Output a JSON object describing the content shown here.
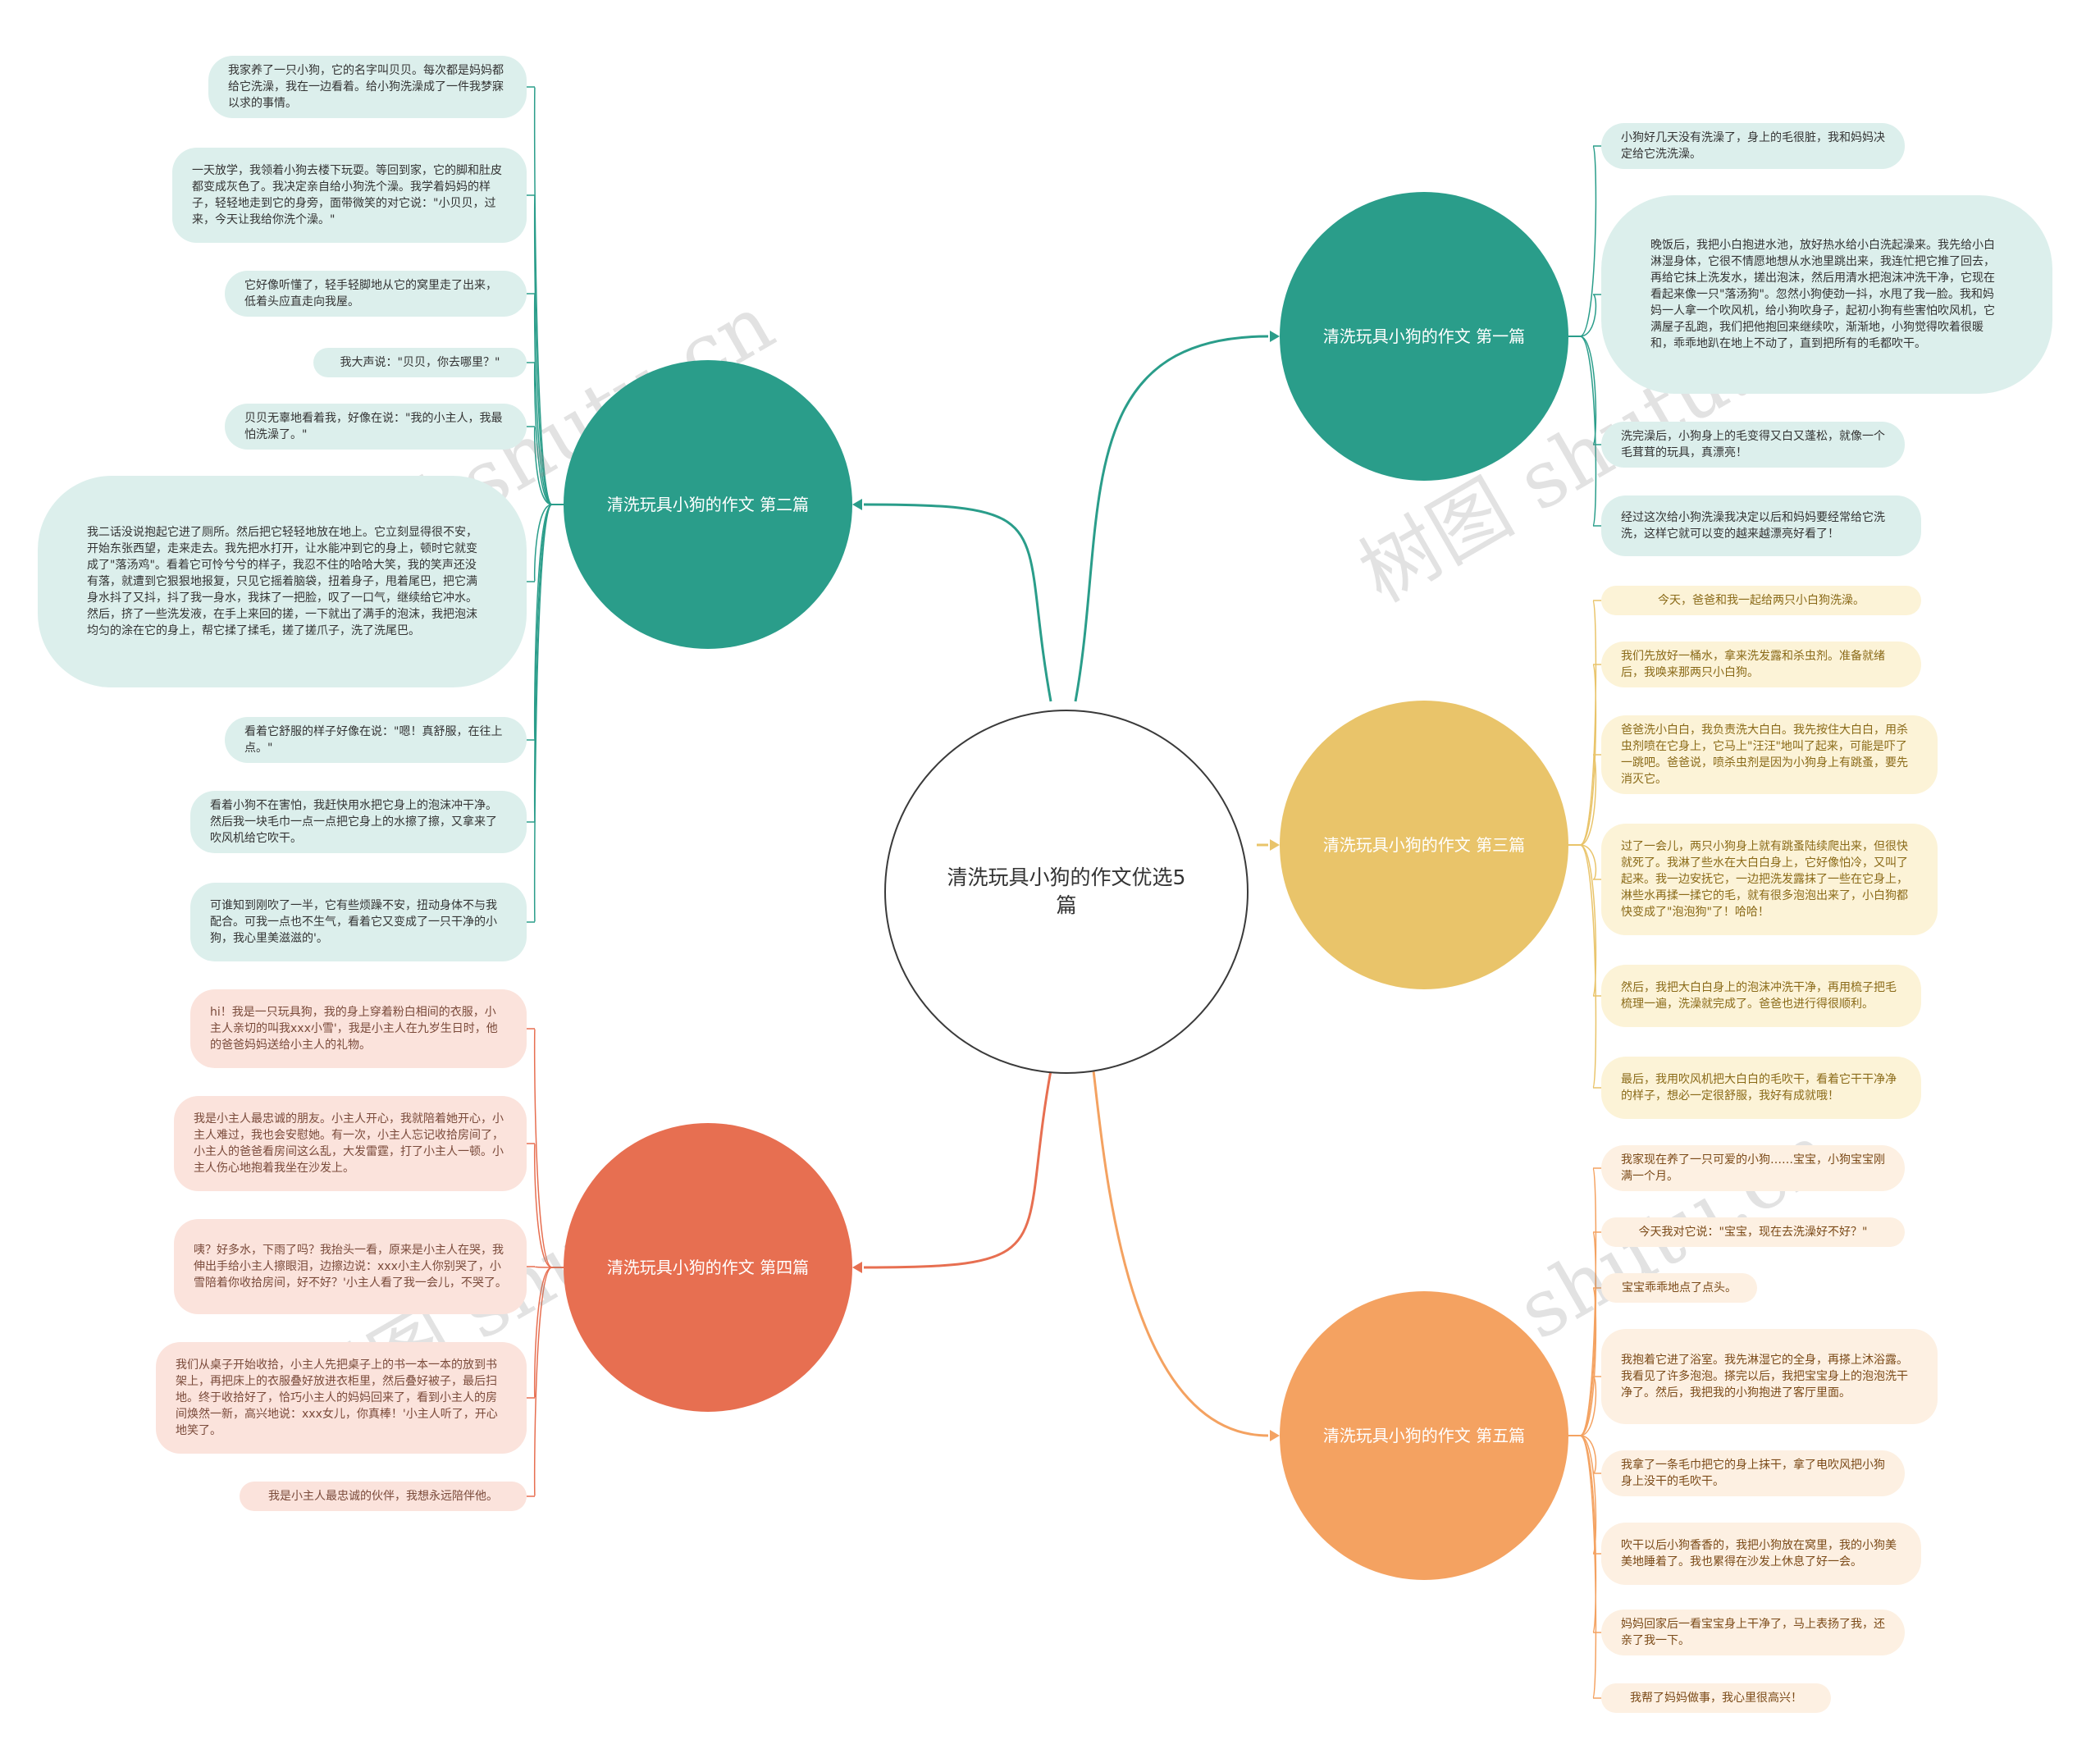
{
  "watermark": "树图 shutu.cn",
  "colors": {
    "teal": "#2a9d8a",
    "salmon": "#e76f51",
    "yellow": "#e9c46a",
    "orange": "#f4a261",
    "center_border": "#3a3a3a"
  },
  "center": {
    "title": "清洗玩具小狗的作文优选5篇"
  },
  "branches": [
    {
      "id": "b1",
      "title": "清洗玩具小狗的作文 第一篇",
      "color": "teal",
      "side": "right",
      "leaves": [
        "小狗好几天没有洗澡了，身上的毛很脏，我和妈妈决定给它洗洗澡。",
        "晚饭后，我把小白抱进水池，放好热水给小白洗起澡来。我先给小白淋湿身体，它很不情愿地想从水池里跳出来，我连忙把它推了回去，再给它抹上洗发水，搓出泡沫，然后用清水把泡沫冲洗干净，它现在看起来像一只\"落汤狗\"。忽然小狗使劲一抖，水甩了我一脸。我和妈妈一人拿一个吹风机，给小狗吹身子，起初小狗有些害怕吹风机，它满屋子乱跑，我们把他抱回来继续吹，渐渐地，小狗觉得吹着很暖和，乖乖地趴在地上不动了，直到把所有的毛都吹干。",
        "洗完澡后，小狗身上的毛变得又白又蓬松，就像一个毛茸茸的玩具，真漂亮！",
        "经过这次给小狗洗澡我决定以后和妈妈要经常给它洗洗，这样它就可以变的越来越漂亮好看了！"
      ]
    },
    {
      "id": "b2",
      "title": "清洗玩具小狗的作文 第二篇",
      "color": "teal",
      "side": "left",
      "leaves": [
        "我家养了一只小狗，它的名字叫贝贝。每次都是妈妈都给它洗澡，我在一边看着。给小狗洗澡成了一件我梦寐以求的事情。",
        "一天放学，我领着小狗去楼下玩耍。等回到家，它的脚和肚皮都变成灰色了。我决定亲自给小狗洗个澡。我学着妈妈的样子，轻轻地走到它的身旁，面带微笑的对它说：\"小贝贝，过来，今天让我给你洗个澡。\"",
        "它好像听懂了，轻手轻脚地从它的窝里走了出来，低着头应直走向我屋。",
        "我大声说：\"贝贝，你去哪里？\"",
        "贝贝无辜地看着我，好像在说：\"我的小主人，我最怕洗澡了。\"",
        "我二话没说抱起它进了厕所。然后把它轻轻地放在地上。它立刻显得很不安，开始东张西望，走来走去。我先把水打开，让水能冲到它的身上，顿时它就变成了\"落汤鸡\"。看着它可怜兮兮的样子，我忍不住的哈哈大笑，我的笑声还没有落，就遭到它狠狠地报复，只见它摇着脑袋，扭着身子，甩着尾巴，把它满身水抖了又抖，抖了我一身水，我抹了一把脸，叹了一口气，继续给它冲水。然后，挤了一些洗发液，在手上来回的搓，一下就出了满手的泡沫，我把泡沫均匀的涂在它的身上，帮它揉了揉毛，搓了搓爪子，洗了洗尾巴。",
        "看着它舒服的样子好像在说：\"嗯！真舒服，在往上点。\"",
        "看着小狗不在害怕，我赶快用水把它身上的泡沫冲干净。然后我一块毛巾一点一点把它身上的水擦了擦，又拿来了吹风机给它吹干。",
        "可谁知到刚吹了一半，它有些烦躁不安，扭动身体不与我配合。可我一点也不生气，看着它又变成了一只干净的小狗，我心里美滋滋的'。"
      ]
    },
    {
      "id": "b3",
      "title": "清洗玩具小狗的作文 第三篇",
      "color": "yellow",
      "side": "right",
      "leaves": [
        "今天，爸爸和我一起给两只小白狗洗澡。",
        "我们先放好一桶水，拿来洗发露和杀虫剂。准备就绪后，我唤来那两只小白狗。",
        "爸爸洗小白白，我负责洗大白白。我先按住大白白，用杀虫剂喷在它身上，它马上\"汪汪\"地叫了起来，可能是吓了一跳吧。爸爸说，喷杀虫剂是因为小狗身上有跳蚤，要先消灭它。",
        "过了一会儿，两只小狗身上就有跳蚤陆续爬出来，但很快就死了。我淋了些水在大白白身上，它好像怕冷，又叫了起来。我一边安抚它，一边把洗发露抹了一些在它身上，淋些水再揉一揉它的毛，就有很多泡泡出来了，小白狗都快变成了\"泡泡狗\"了！哈哈！",
        "然后，我把大白白身上的泡沫冲洗干净，再用梳子把毛梳理一遍，洗澡就完成了。爸爸也进行得很顺利。",
        "最后，我用吹风机把大白白的毛吹干，看着它干干净净的样子，想必一定很舒服，我好有成就哦！"
      ]
    },
    {
      "id": "b4",
      "title": "清洗玩具小狗的作文 第四篇",
      "color": "salmon",
      "side": "left",
      "leaves": [
        "hi！我是一只玩具狗，我的身上穿着粉白相间的衣服，小主人亲切的叫我xxx小雪'，我是小主人在九岁生日时，他的爸爸妈妈送给小主人的礼物。",
        "我是小主人最忠诚的朋友。小主人开心，我就陪着她开心，小主人难过，我也会安慰她。有一次，小主人忘记收拾房间了，小主人的爸爸看房间这么乱，大发雷霆，打了小主人一顿。小主人伤心地抱着我坐在沙发上。",
        "咦？好多水，下雨了吗？我抬头一看，原来是小主人在哭，我伸出手给小主人擦眼泪，边擦边说：xxx小主人你别哭了，小雪陪着你收拾房间，好不好？'小主人看了我一会儿，不哭了。",
        "我们从桌子开始收拾，小主人先把桌子上的书一本一本的放到书架上，再把床上的衣服叠好放进衣柜里，然后叠好被子，最后扫地。终于收拾好了，恰巧小主人的妈妈回来了，看到小主人的房间焕然一新，高兴地说：xxx女儿，你真棒！'小主人听了，开心地笑了。",
        "我是小主人最忠诚的伙伴，我想永远陪伴他。"
      ]
    },
    {
      "id": "b5",
      "title": "清洗玩具小狗的作文 第五篇",
      "color": "orange",
      "side": "right",
      "leaves": [
        "我家现在养了一只可爱的小狗……宝宝，小狗宝宝刚满一个月。",
        "今天我对它说：\"宝宝，现在去洗澡好不好？\"",
        "宝宝乖乖地点了点头。",
        "我抱着它进了浴室。我先淋湿它的全身，再搽上沐浴露。我看见了许多泡泡。搽完以后，我把宝宝身上的泡泡洗干净了。然后，我把我的小狗抱进了客厅里面。",
        "我拿了一条毛巾把它的身上抹干，拿了电吹风把小狗身上没干的毛吹干。",
        "吹干以后小狗香香的，我把小狗放在窝里，我的小狗美美地睡着了。我也累得在沙发上休息了好一会。",
        "妈妈回家后一看宝宝身上干净了，马上表扬了我，还亲了我一下。",
        "我帮了妈妈做事，我心里很高兴！"
      ]
    }
  ]
}
